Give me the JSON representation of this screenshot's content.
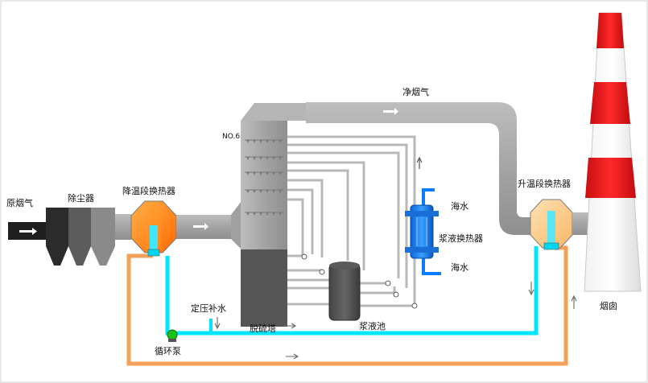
{
  "labels": {
    "raw_flue_gas": "原烟气",
    "dust_collector": "除尘器",
    "cooling_heat_exchanger": "降温段换热器",
    "clean_flue_gas": "净烟气",
    "heating_heat_exchanger": "升温段换热器",
    "chimney": "烟囱",
    "desulfurization_tower": "脱硫塔",
    "slurry_tank": "浆液池",
    "slurry_heat_exchanger": "浆液换热器",
    "seawater_in": "海水",
    "seawater_out": "海水",
    "constant_pressure_makeup": "定压补水",
    "circulation_pump": "循环泵",
    "tower_tag": "NO.6"
  },
  "colors": {
    "duct_gray": "#a9a9a9",
    "tower_light": "#c0c0c0",
    "tower_dark": "#555555",
    "hot_loop": "#f5a15a",
    "cold_loop": "#00e5ff",
    "sea_water": "#0a7cff",
    "chimney_red": "#e8141a",
    "exchanger_orange": "#ff7a00",
    "exchanger_peach": "#ffd39a"
  }
}
